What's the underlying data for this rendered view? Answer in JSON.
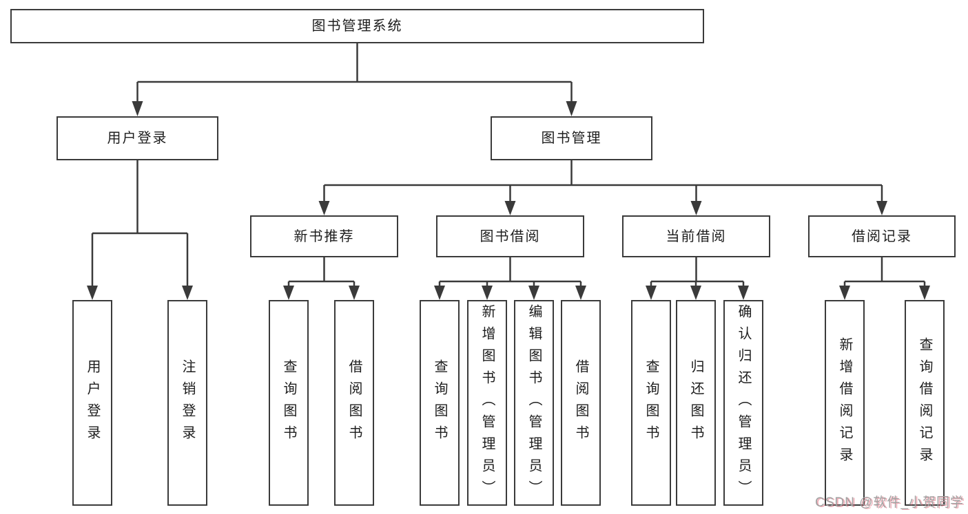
{
  "diagram": {
    "type": "tree-structure-chart",
    "nodes": {
      "root": {
        "label": "图书管理系统"
      },
      "user_login": {
        "label": "用户登录"
      },
      "book_mgmt": {
        "label": "图书管理"
      },
      "new_book_rec": {
        "label": "新书推荐"
      },
      "book_borrow": {
        "label": "图书借阅"
      },
      "current_borrow": {
        "label": "当前借阅"
      },
      "borrow_records": {
        "label": "借阅记录"
      },
      "leaf_user_login": {
        "label": "用户登录"
      },
      "leaf_logout": {
        "label": "注销登录"
      },
      "leaf_rec_query_book": {
        "label": "查询图书"
      },
      "leaf_rec_borrow_book": {
        "label": "借阅图书"
      },
      "leaf_bor_query_book": {
        "label": "查询图书"
      },
      "leaf_bor_add_book": {
        "label": "新增图书（管理员）"
      },
      "leaf_bor_edit_book": {
        "label": "编辑图书（管理员）"
      },
      "leaf_bor_borrow_book": {
        "label": "借阅图书"
      },
      "leaf_cur_query_book": {
        "label": "查询图书"
      },
      "leaf_cur_return_book": {
        "label": "归还图书"
      },
      "leaf_cur_confirm_return": {
        "label": "确认归还（管理员）"
      },
      "leaf_add_borrow_record": {
        "label": "新增借阅记录"
      },
      "leaf_query_borrow_record": {
        "label": "查询借阅记录"
      }
    },
    "edges": [
      [
        "图书管理系统",
        "用户登录"
      ],
      [
        "图书管理系统",
        "图书管理"
      ],
      [
        "用户登录",
        "用户登录(叶)"
      ],
      [
        "用户登录",
        "注销登录"
      ],
      [
        "图书管理",
        "新书推荐"
      ],
      [
        "图书管理",
        "图书借阅"
      ],
      [
        "图书管理",
        "当前借阅"
      ],
      [
        "图书管理",
        "借阅记录"
      ],
      [
        "新书推荐",
        "查询图书"
      ],
      [
        "新书推荐",
        "借阅图书"
      ],
      [
        "图书借阅",
        "查询图书"
      ],
      [
        "图书借阅",
        "新增图书（管理员）"
      ],
      [
        "图书借阅",
        "编辑图书（管理员）"
      ],
      [
        "图书借阅",
        "借阅图书"
      ],
      [
        "当前借阅",
        "查询图书"
      ],
      [
        "当前借阅",
        "归还图书"
      ],
      [
        "当前借阅",
        "确认归还（管理员）"
      ],
      [
        "借阅记录",
        "新增借阅记录"
      ],
      [
        "借阅记录",
        "查询借阅记录"
      ]
    ],
    "colors": {
      "background": "#ffffff",
      "line": "#3a3a3a",
      "box_border": "#3a3a3a",
      "text": "#1d1d1d",
      "watermark_text": "#a2a2a2",
      "watermark_shadow": "#e05a6e"
    }
  },
  "watermark": {
    "text": "CSDN @软件_小贺同学"
  }
}
